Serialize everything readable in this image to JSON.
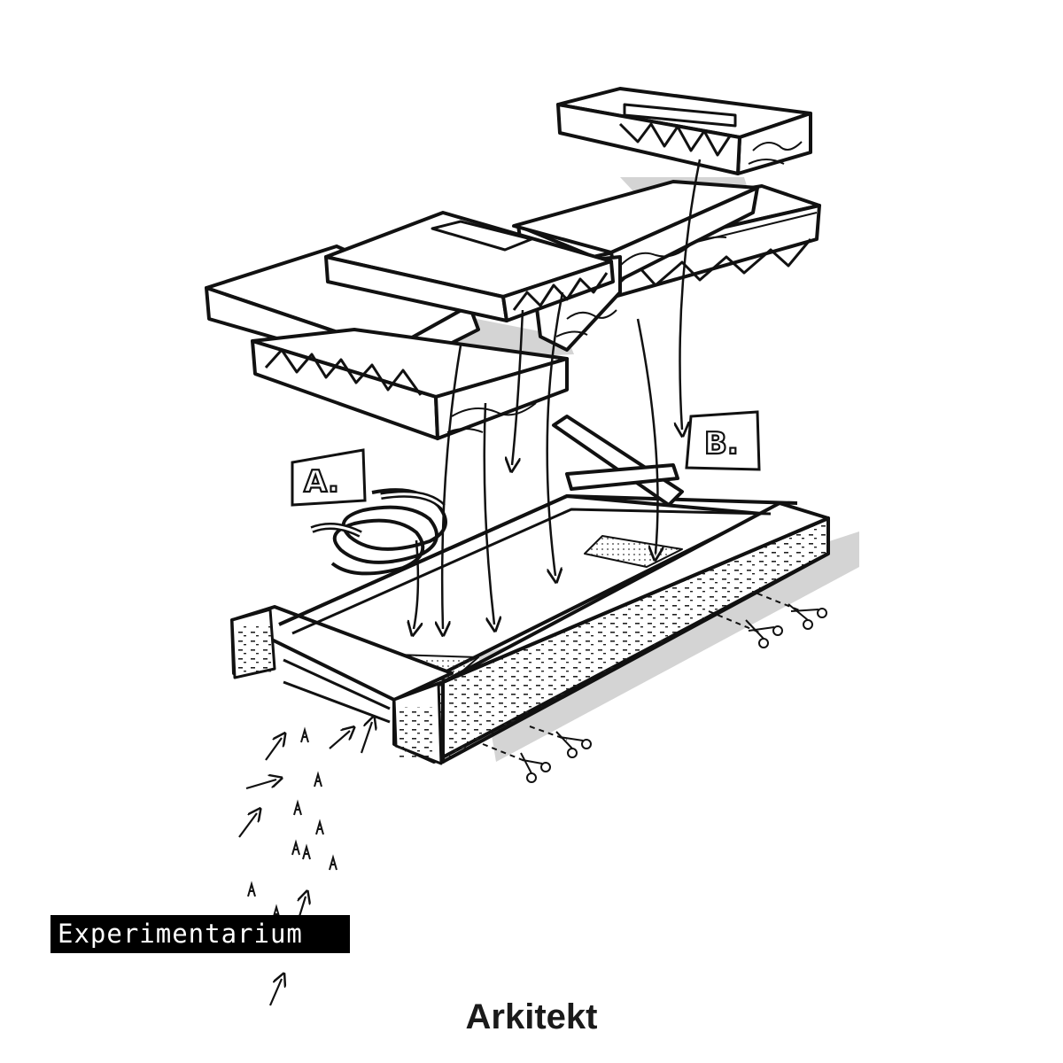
{
  "illustration": {
    "label_a": "A.",
    "label_b": "B."
  },
  "brand": {
    "name": "Experimentarium"
  },
  "caption": {
    "role": "Arkitekt"
  },
  "colors": {
    "ink": "#111111",
    "shadow": "#d4d4d4",
    "paper": "#ffffff",
    "tag_background": "#000000",
    "tag_text": "#ffffff"
  }
}
